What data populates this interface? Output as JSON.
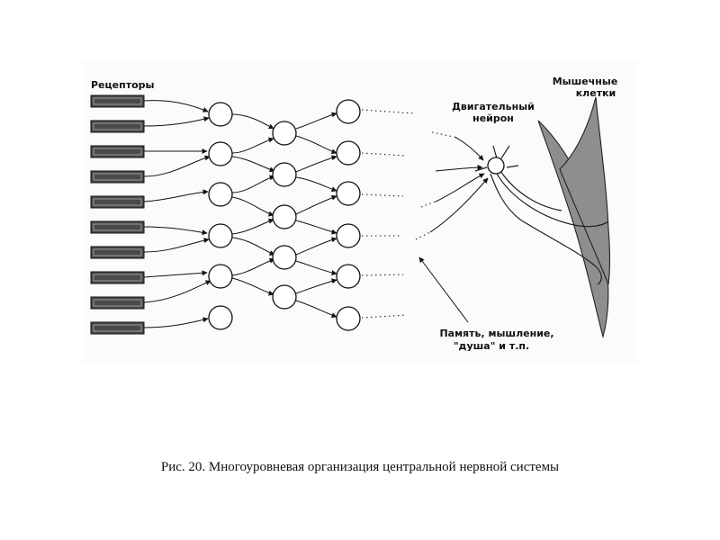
{
  "diagram": {
    "receptors_label": "Рецепторы",
    "motor_neuron_label": [
      "Двигательный",
      "нейрон"
    ],
    "muscle_cells_label": [
      "Мышечные",
      "клетки"
    ],
    "memory_label": [
      "Память, мышление,",
      "\"душа\" и т.п."
    ]
  },
  "caption": "Рис. 20. Многоуровневая организация центральной нервной системы"
}
